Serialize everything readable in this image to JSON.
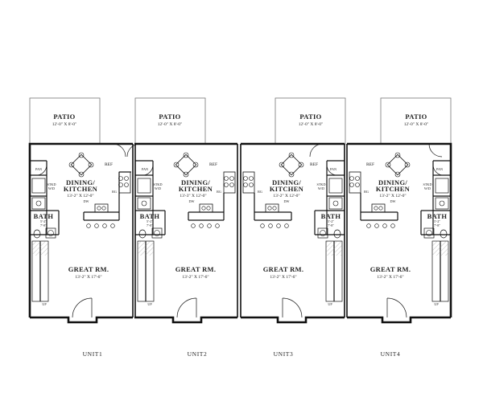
{
  "units": [
    {
      "name": "UNIT1",
      "patio": {
        "label": "PATIO",
        "dim": "12'-0\" X 8'-0\""
      },
      "kitchen": {
        "label1": "DINING/",
        "label2": "KITCHEN",
        "dim": "13'-2\" X 12'-0\""
      },
      "bath": {
        "label": "BATH",
        "dim1": "5'-2\"",
        "dim2": "7'-8\""
      },
      "great": {
        "label": "GREAT RM.",
        "dim": "13'-2\" X 17'-6\""
      },
      "small": {
        "ref": "REF",
        "pan": "PAN",
        "stkd": "STKD",
        "wd": "W/D",
        "rg": "RG",
        "dw": "DW",
        "up": "UP"
      }
    },
    {
      "name": "UNIT2",
      "patio": {
        "label": "PATIO",
        "dim": "12'-0\" X 8'-0\""
      },
      "kitchen": {
        "label1": "DINING/",
        "label2": "KITCHEN",
        "dim": "13'-3\" X 12'-0\""
      },
      "bath": {
        "label": "BATH",
        "dim1": "5'-2\"",
        "dim2": "7'-8\""
      },
      "great": {
        "label": "GREAT RM.",
        "dim": "13'-2\" X 17'-6\""
      },
      "small": {
        "ref": "REF",
        "pan": "PAN",
        "stkd": "STKD",
        "wd": "W/D",
        "rg": "RG",
        "dw": "DW",
        "up": "UP"
      }
    },
    {
      "name": "UNIT3",
      "patio": {
        "label": "PATIO",
        "dim": "12'-0\" X 8'-0\""
      },
      "kitchen": {
        "label1": "DINING/",
        "label2": "KITCHEN",
        "dim": "13'-2\" X 12'-0\""
      },
      "bath": {
        "label": "BATH",
        "dim1": "5'-2\"",
        "dim2": "7'-8\""
      },
      "great": {
        "label": "GREAT RM.",
        "dim": "13'-2\" X 17'-6\""
      },
      "small": {
        "ref": "REF",
        "pan": "PAN",
        "stkd": "STKD",
        "wd": "W/D",
        "rg": "RG",
        "dw": "DW",
        "up": "UP"
      }
    },
    {
      "name": "UNIT4",
      "patio": {
        "label": "PATIO",
        "dim": "12'-0\" X 8'-0\""
      },
      "kitchen": {
        "label1": "DINING/",
        "label2": "KITCHEN",
        "dim": "13'-2\" X 12'-0\""
      },
      "bath": {
        "label": "BATH",
        "dim1": "5'-2\"",
        "dim2": "7'-8\""
      },
      "great": {
        "label": "GREAT RM.",
        "dim": "13'-2\" X 17'-6\""
      },
      "small": {
        "ref": "REF",
        "pan": "PAN",
        "stkd": "STKD",
        "wd": "W/D",
        "rg": "RG",
        "dw": "DW",
        "up": "UP"
      }
    }
  ]
}
